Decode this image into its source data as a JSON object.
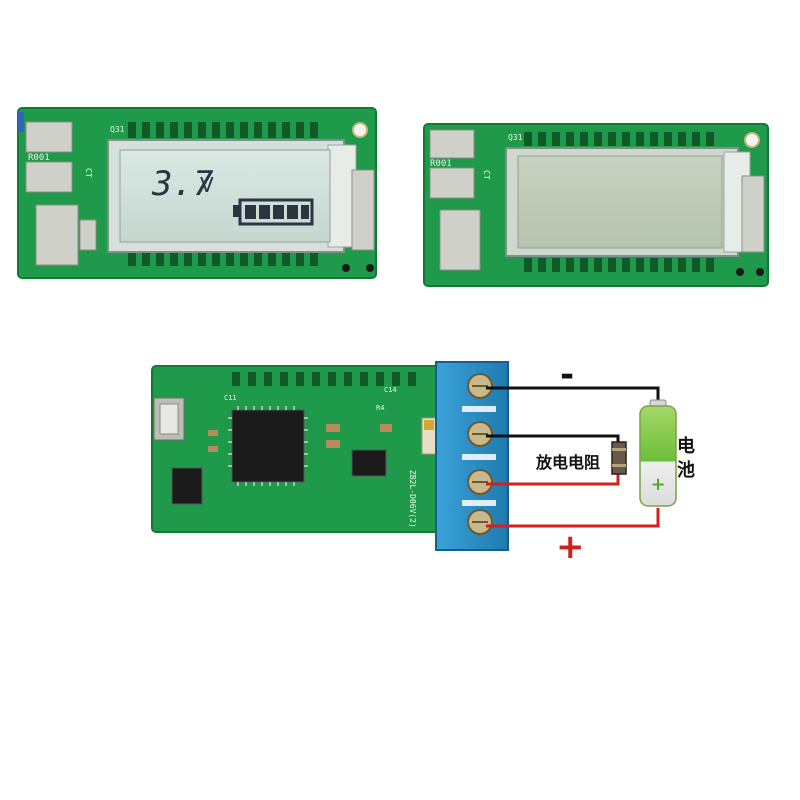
{
  "board_top_left": {
    "lcd_reading": "3.7",
    "lcd_unit": "V",
    "silk_r": "R001",
    "silk_ct": "CT",
    "silk_q": "Q31"
  },
  "board_top_right": {
    "silk_r": "R001",
    "silk_ct": "CT",
    "silk_q": "Q31"
  },
  "board_bottom": {
    "silk_c11": "C11",
    "silk_c14": "C14",
    "silk_r4": "R4",
    "silk_model": "ZB2L-D06V(2)"
  },
  "wiring": {
    "minus_sign": "-",
    "plus_sign": "+",
    "resistor_label": "放电电阻",
    "battery_label_1": "电",
    "battery_label_2": "池"
  },
  "colors": {
    "pcb_green": "#1f9a4a",
    "wire_black": "#111111",
    "wire_red": "#d41f1f",
    "terminal_blue": "#2a8fc7",
    "lcd_bg": "#c9d6c2"
  }
}
